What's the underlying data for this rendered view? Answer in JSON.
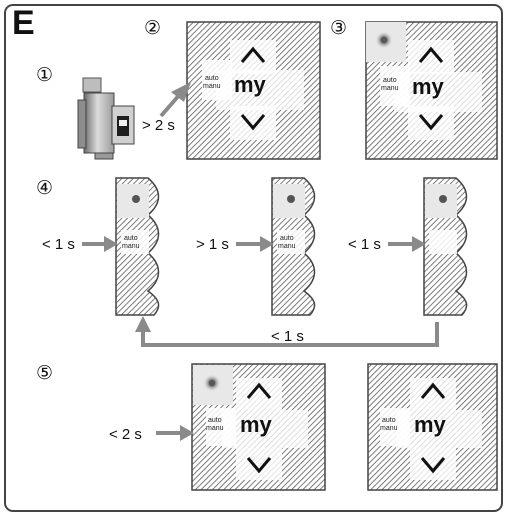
{
  "panel": {
    "letter": "E",
    "steps": [
      "①",
      "②",
      "③",
      "④",
      "⑤"
    ]
  },
  "remote": {
    "auto_label": "auto",
    "manu_label": "manu",
    "my_label": "my",
    "up_icon": "chevron-up-icon",
    "down_icon": "chevron-down-icon",
    "led_icon": "indicator-led-icon"
  },
  "step1": {
    "duration": "> 2 s"
  },
  "step4": {
    "press1": "< 1 s",
    "press2": "> 1 s",
    "press3": "< 1 s",
    "loop": "< 1 s"
  },
  "step5": {
    "duration": "< 2 s"
  },
  "colors": {
    "hatch": "#555555",
    "border": "#444444",
    "arrow": "#8a8a8a",
    "led": "#666666"
  }
}
